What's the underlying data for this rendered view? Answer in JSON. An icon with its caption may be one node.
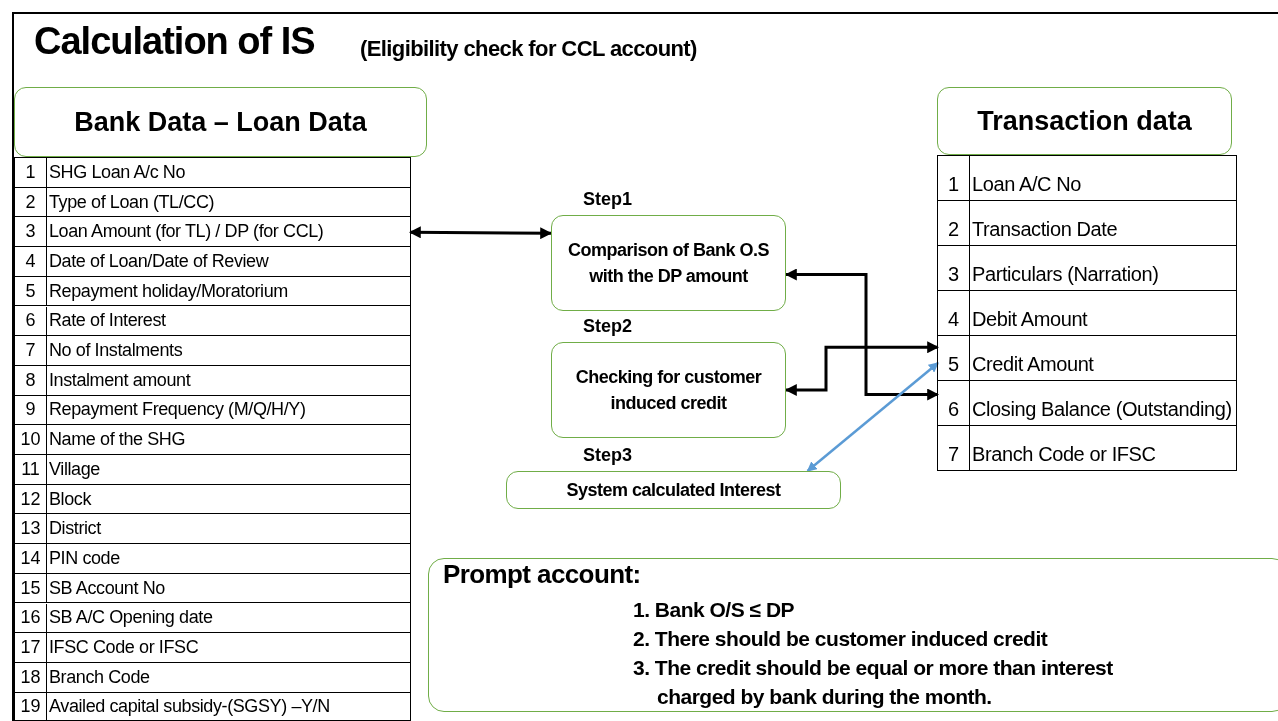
{
  "diagram": {
    "title": "Calculation of IS",
    "nodes": [
      {
        "text": [
          "Bank Data – Loan Data"
        ]
      },
      {
        "text": [],
        "shape": "box"
      },
      {
        "text": [
          "1",
          "SHG Loan A/c No"
        ],
        "in": 1
      },
      {
        "text": [
          "2",
          "Type of Loan  (TL/CC)"
        ],
        "in": 1
      },
      {
        "text": [
          "3",
          "Loan Amount  (for TL) /  DP (for CCL)"
        ],
        "in": 1
      },
      {
        "text": [
          "4",
          "Date of Loan/Date of Review"
        ],
        "in": 1
      },
      {
        "text": [
          "5",
          "Repayment holiday/Moratorium"
        ],
        "in": 1
      },
      {
        "text": [
          "6",
          "Rate of Interest"
        ],
        "in": 1
      },
      {
        "text": [
          "7",
          "No of Instalments"
        ],
        "in": 1
      },
      {
        "text": [
          "8",
          "Instalment amount"
        ],
        "in": 1
      },
      {
        "text": [
          "9",
          "Repayment Frequency (M/Q/H/Y)"
        ],
        "in": 1
      },
      {
        "text": [
          "10",
          "Name of the SHG"
        ],
        "in": 1
      },
      {
        "text": [
          "11",
          "Village"
        ],
        "in": 1
      },
      {
        "text": [
          "12",
          "Block"
        ],
        "in": 1
      },
      {
        "text": [
          "13",
          "District"
        ],
        "in": 1
      },
      {
        "text": [
          "14",
          "PIN code"
        ],
        "in": 1
      },
      {
        "text": [
          "15",
          "SB Account No"
        ],
        "in": 1
      },
      {
        "text": [
          "16",
          "SB A/C Opening date"
        ],
        "in": 1
      },
      {
        "text": [
          "17",
          "IFSC Code  or IFSC"
        ],
        "in": 1
      },
      {
        "text": [
          "18",
          "Branch Code"
        ],
        "in": 1
      },
      {
        "text": [
          "19",
          "Availed capital subsidy-(SGSY) –Y/N"
        ],
        "in": 1
      },
      {
        "text": [
          "Step1",
          "Comparison of Bank O.S with the DP amount"
        ]
      },
      {
        "text": [
          "Step2",
          "Checking for customer induced credit"
        ]
      },
      {
        "text": [
          "Step3",
          "System calculated Interest"
        ]
      },
      {
        "text": [
          "Transaction data"
        ]
      },
      {
        "text": [],
        "shape": "box"
      },
      {
        "text": [
          "1",
          "Loan A/C No"
        ],
        "in": 25
      },
      {
        "text": [
          "2",
          "Transaction Date"
        ],
        "in": 25
      },
      {
        "text": [
          "3",
          "Particulars (Narration)"
        ],
        "in": 25
      },
      {
        "text": [
          "4",
          "Debit Amount"
        ],
        "in": 25
      },
      {
        "text": [
          "5",
          "Credit Amount"
        ],
        "in": 25
      },
      {
        "text": [
          "6",
          "Closing Balance (Outstanding)"
        ],
        "in": 25
      },
      {
        "text": [
          "7",
          "Branch Code or IFSC"
        ],
        "in": 25
      },
      {
        "text": [
          "Prompt account:",
          "1. Bank O/S ≤ DP",
          "2. There should be customer induced credit",
          "3. The credit should be equal or more than interest charged by bank during the month."
        ]
      }
    ],
    "edges": [
      {
        "from": 4,
        "to": 21,
        "arrow": "both"
      },
      {
        "from": 31,
        "to": 21,
        "arrow": "both"
      },
      {
        "from": 30,
        "to": 22,
        "arrow": "both"
      },
      {
        "from": 30,
        "to": 23,
        "arrow": "both",
        "color": "#5b9bd5"
      }
    ],
    "labels": [
      "(Eligibility check for CCL account)"
    ]
  }
}
